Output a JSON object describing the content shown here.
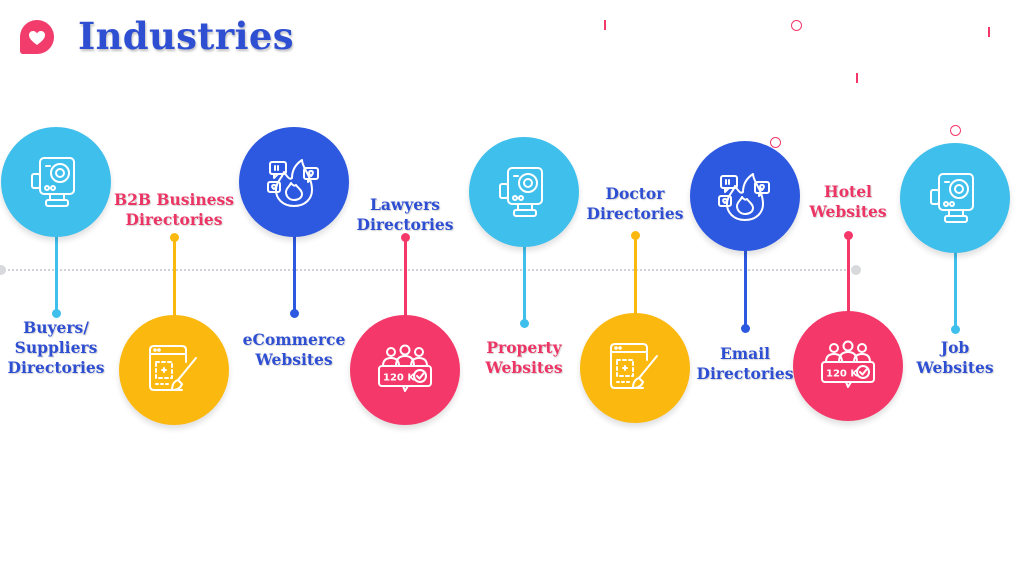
{
  "header": {
    "title": "Industries",
    "logo_icon": "heart-icon"
  },
  "colors": {
    "title": "#2f4fd3",
    "sky": "#3fbfec",
    "yellow": "#fbb80f",
    "blue": "#2d58e0",
    "pink": "#f4386a",
    "label_blue": "#2f4fd3",
    "label_pink": "#ec3565",
    "axis": "#cfd3d8"
  },
  "timeline": {
    "items": [
      {
        "lines": [
          "Buyers/",
          "Suppliers",
          "Directories"
        ],
        "color": "sky",
        "label_color": "label_blue",
        "icon": "action-camera-icon"
      },
      {
        "lines": [
          "B2B Business",
          "Directories"
        ],
        "color": "yellow",
        "label_color": "label_pink",
        "icon": "design-brush-icon"
      },
      {
        "lines": [
          "eCommerce",
          "Websites"
        ],
        "color": "blue",
        "label_color": "label_blue",
        "icon": "trending-fire-icon"
      },
      {
        "lines": [
          "Lawyers",
          "Directories"
        ],
        "color": "pink",
        "label_color": "label_blue",
        "icon": "audience-120k-icon",
        "icon_text": "120 K"
      },
      {
        "lines": [
          "Property",
          "Websites"
        ],
        "color": "sky",
        "label_color": "label_pink",
        "icon": "action-camera-icon"
      },
      {
        "lines": [
          "Doctor",
          "Directories"
        ],
        "color": "yellow",
        "label_color": "label_blue",
        "icon": "design-brush-icon"
      },
      {
        "lines": [
          "Email",
          "Directories"
        ],
        "color": "blue",
        "label_color": "label_blue",
        "icon": "trending-fire-icon"
      },
      {
        "lines": [
          "Hotel",
          "Websites"
        ],
        "color": "pink",
        "label_color": "label_pink",
        "icon": "audience-120k-icon",
        "icon_text": "120 K"
      },
      {
        "lines": [
          "Job",
          "Websites"
        ],
        "color": "sky",
        "label_color": "label_blue",
        "icon": "action-camera-icon"
      }
    ]
  },
  "decorations": [
    "tick-decoration",
    "ring-decoration"
  ]
}
